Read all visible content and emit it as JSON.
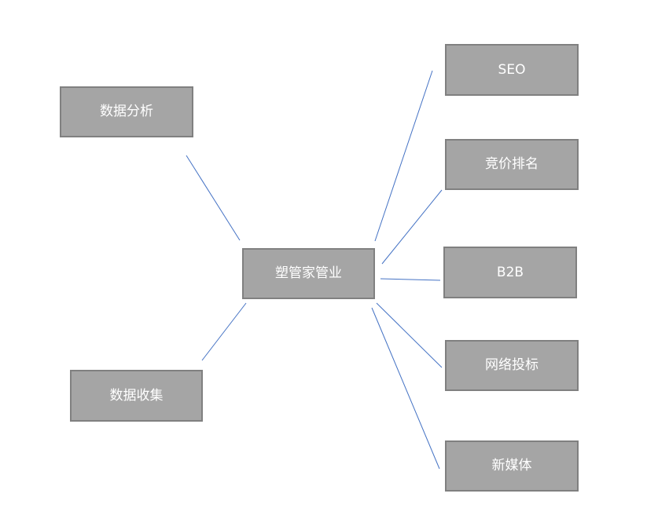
{
  "colors": {
    "node_fill": "#a5a5a5",
    "node_border": "#808080",
    "node_text": "#ffffff",
    "connector": "#4472c4",
    "background": "#ffffff"
  },
  "nodes": {
    "center": "塑管家管业",
    "data_analysis": "数据分析",
    "data_collection": "数据收集",
    "seo": "SEO",
    "bidding_ranking": "竞价排名",
    "b2b": "B2B",
    "online_bidding": "网络投标",
    "new_media": "新媒体"
  }
}
